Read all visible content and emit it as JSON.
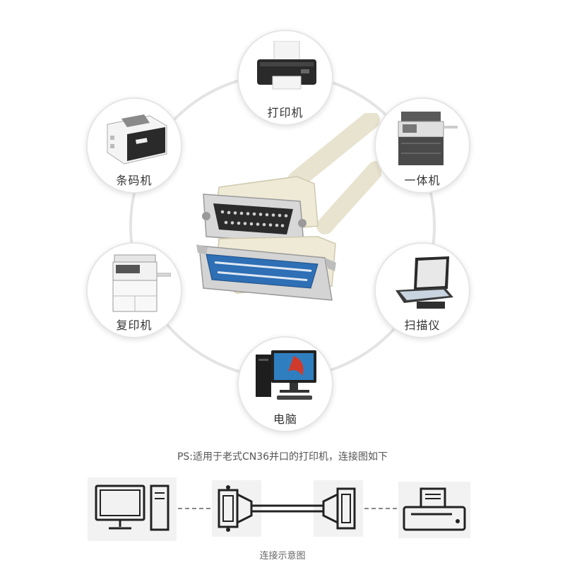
{
  "devices": {
    "printer": "打印机",
    "all_in_one": "一体机",
    "scanner": "扫描仪",
    "computer": "电脑",
    "copier": "复印机",
    "barcode": "条码机"
  },
  "note": "PS:适用于老式CN36并口的打印机，连接图如下",
  "diagram": {
    "caption": "连接示意图",
    "icons": [
      "computer-icon",
      "db25-connector-icon",
      "cn36-connector-icon",
      "printer-icon"
    ]
  },
  "colors": {
    "ring": "#e4e4e4",
    "cable": "#ece8d6",
    "pins": "#2e6fb5"
  }
}
